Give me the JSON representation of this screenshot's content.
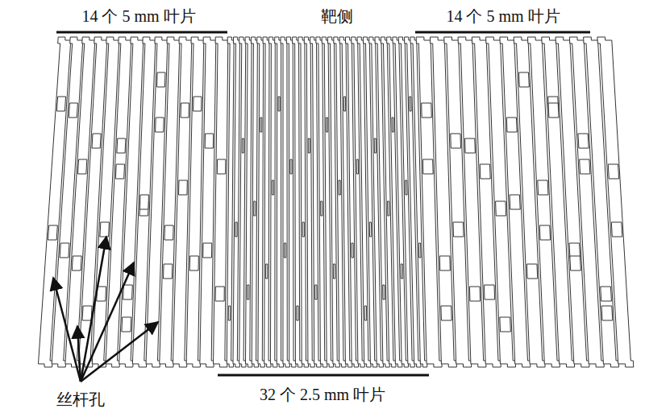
{
  "diagram": {
    "labels": [
      "14 个 5 mm 叶片",
      "靶侧",
      "14 个 5 mm 叶片",
      "丝杆孔",
      "32 个 2.5 mm 叶片"
    ]
  }
}
